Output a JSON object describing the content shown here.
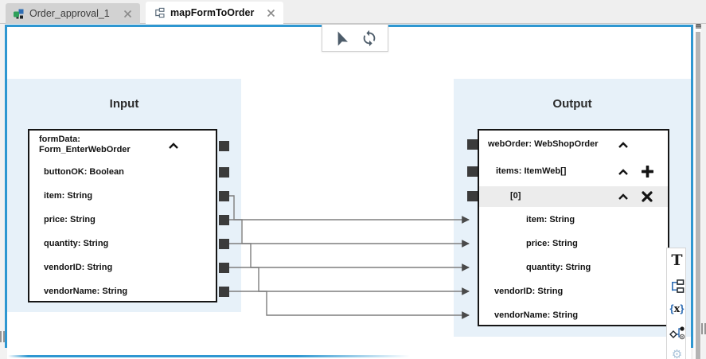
{
  "tabs": [
    {
      "label": "Order_approval_1",
      "active": false
    },
    {
      "label": "mapFormToOrder",
      "active": true
    }
  ],
  "canvas_toolbar": {
    "icons": [
      "navigation-icon",
      "refresh-icon"
    ]
  },
  "input_panel": {
    "title": "Input",
    "box": {
      "header_line1": "formData:",
      "header_line2": "Form_EnterWebOrder",
      "fields": [
        "buttonOK: Boolean",
        "item: String",
        "price: String",
        "quantity: String",
        "vendorID: String",
        "vendorName: String"
      ]
    }
  },
  "output_panel": {
    "title": "Output",
    "box": {
      "root": "webOrder: WebShopOrder",
      "items_row": "items: ItemWeb[]",
      "index_row": "[0]",
      "item_fields": [
        "item: String",
        "price: String",
        "quantity: String"
      ],
      "root_fields": [
        "vendorID: String",
        "vendorName: String"
      ]
    }
  },
  "connections": [
    {
      "from": "formData.item",
      "to": "webOrder.items[0].item"
    },
    {
      "from": "formData.price",
      "to": "webOrder.items[0].price"
    },
    {
      "from": "formData.quantity",
      "to": "webOrder.items[0].quantity"
    },
    {
      "from": "formData.vendorID",
      "to": "webOrder.vendorID"
    },
    {
      "from": "formData.vendorName",
      "to": "webOrder.vendorName"
    }
  ],
  "side_toolbar": {
    "text_tool_label": "T",
    "expression_open": "{",
    "expression_x": "x",
    "expression_close": "}",
    "gear_glyph": "⚙"
  },
  "colors": {
    "accent_blue": "#2e97d1",
    "panel_blue": "#e7f1f9",
    "node_border": "#161616",
    "wire_gray": "#7e7e7e",
    "icon_slate": "#4d5c6a",
    "icon_blue": "#2e6db4"
  }
}
